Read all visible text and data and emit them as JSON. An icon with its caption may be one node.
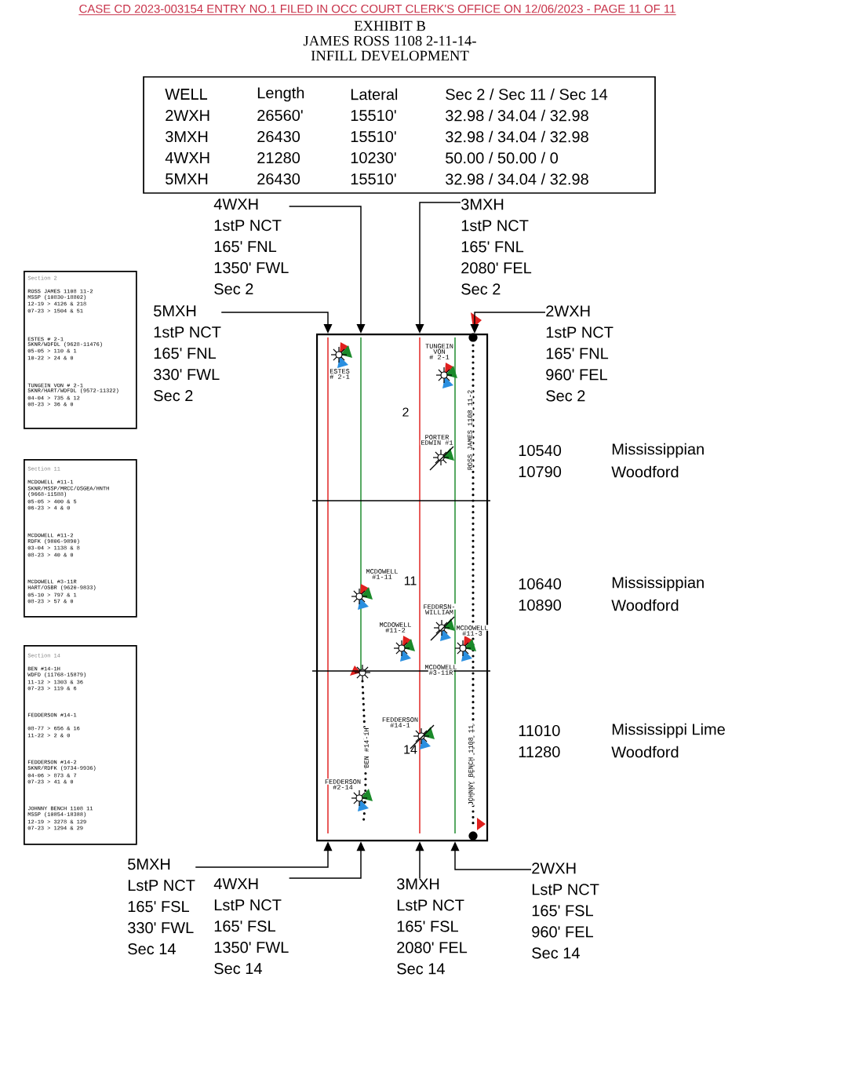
{
  "diagram": {
    "title": "EXHIBIT B",
    "nodes": [
      {
        "text": [
          "Section 2",
          "ROSS JAMES 1108 11-2",
          "MSSP (10830-18802)",
          "12-19 > 4126 & 218",
          "07-23 > 1504 & 51",
          "ESTES # 2-1",
          "SKNR/WDFDL (9628-11476)",
          "05-05 > 110 & 1",
          "10-22 > 24 & 0",
          "TUNGEIN VON # 2-1",
          "SKNR/HART/WDFDL (9572-11322)",
          "04-04 > 735 & 12",
          "08-23 > 36 & 0"
        ]
      },
      {
        "text": [
          "Section 11",
          "MCDOWELL #11-1",
          "SKNR/MSSP/MRCC/OSGEA/HNTH",
          "(9668-11588)",
          "05-05 > 400 & 5",
          "06-23 > 4 & 0",
          "MCDOWELL #11-2",
          "RDFK (9806-9890)",
          "03-04 > 1138 & 8",
          "08-23 > 40 & 0",
          "MCDOWELL #3-11R",
          "HART/OSBR (9620-9833)",
          "05-10 > 797 & 1",
          "08-23 > 57 & 0"
        ]
      },
      {
        "text": [
          "Section 14",
          "BEN #14-1H",
          "WDFD (11768-15879)",
          "11-12 > 1303 & 36",
          "07-23 > 119 & 6",
          "FEDDERSON #14-1",
          "08-77 > 656 & 16",
          "11-22 > 2 & 0",
          "FEDDERSON #14-2",
          "SKNR/RDFK (9734-9936)",
          "04-06 > 873 & 7",
          "07-23 > 41 & 0",
          "JOHNNY BENCH 1108 11",
          "MSSP (10854-18388)",
          "12-19 > 3278 & 129",
          "07-23 > 1294 & 29"
        ]
      },
      {
        "text": [],
        "shape": "box"
      },
      {
        "text": [
          "4WXH",
          "1stP NCT",
          "165' FNL",
          "1350' FWL",
          "Sec 2"
        ]
      },
      {
        "text": [
          "3MXH",
          "1stP NCT",
          "165' FNL",
          "2080' FEL",
          "Sec 2"
        ]
      },
      {
        "text": [
          "5MXH",
          "1stP NCT",
          "165' FNL",
          "330' FWL",
          "Sec 2"
        ]
      },
      {
        "text": [
          "2WXH",
          "1stP NCT",
          "165' FNL",
          "960' FEL",
          "Sec 2"
        ]
      },
      {
        "text": [
          "5MXH",
          "LstP NCT",
          "165' FSL",
          "330' FWL",
          "Sec 14"
        ]
      },
      {
        "text": [
          "4WXH",
          "LstP NCT",
          "165' FSL",
          "1350' FWL",
          "Sec 14"
        ]
      },
      {
        "text": [
          "3MXH",
          "LstP NCT",
          "165' FSL",
          "2080' FEL",
          "Sec 14"
        ]
      },
      {
        "text": [
          "2WXH",
          "LstP NCT",
          "165' FSL",
          "960' FEL",
          "Sec 14"
        ]
      }
    ],
    "edges": [
      {
        "from": 4,
        "to": 3,
        "arrow": "to"
      },
      {
        "from": 5,
        "to": 3,
        "arrow": "to"
      },
      {
        "from": 6,
        "to": 3,
        "arrow": "to"
      },
      {
        "from": 7,
        "to": 3,
        "arrow": "to"
      },
      {
        "from": 8,
        "to": 3,
        "arrow": "to"
      },
      {
        "from": 9,
        "to": 3,
        "arrow": "to"
      },
      {
        "from": 10,
        "to": 3,
        "arrow": "to"
      },
      {
        "from": 11,
        "to": 3,
        "arrow": "to"
      }
    ],
    "labels": [
      "CASE CD 2023-003154 ENTRY NO.1 FILED IN OCC COURT CLERK'S OFFICE ON 12/06/2023 - PAGE 11 OF 11",
      "JAMES ROSS 1108 2-11-14-",
      "INFILL DEVELOPMENT",
      "WELL",
      "Length",
      "Lateral",
      "Sec 2 / Sec 11 / Sec 14",
      "2WXH",
      "26560'",
      "15510'",
      "32.98 / 34.04 / 32.98",
      "3MXH",
      "26430",
      "15510'",
      "32.98 / 34.04 / 32.98",
      "4WXH",
      "21280",
      "10230'",
      "50.00 / 50.00 / 0",
      "5MXH",
      "26430",
      "15510'",
      "32.98 / 34.04 / 32.98",
      "TUNGEIN",
      "VON",
      "# 2-1",
      "ESTES",
      "# 2-1",
      "2",
      "PORTER",
      "EDWIN #1",
      "ROSS JAMES 1108 11-2",
      "MCDOWELL",
      "#1-11",
      "11",
      "FEDDRSN-",
      "WILLIAM",
      "MCDOWELL",
      "#11-2",
      "MCDOWELL",
      "#11-3",
      "MCDOWELL",
      "#3-11R",
      "FEDDERSON",
      "#14-1",
      "14",
      "BEN #14-1H",
      "JOHNNY BENCH 1108 11",
      "FEDDERSON",
      "#2-14",
      "10540",
      "Mississippian",
      "10790",
      "Woodford",
      "10640",
      "Mississippian",
      "10890",
      "Woodford",
      "11010",
      "Mississippi Lime",
      "11280",
      "Woodford"
    ]
  }
}
